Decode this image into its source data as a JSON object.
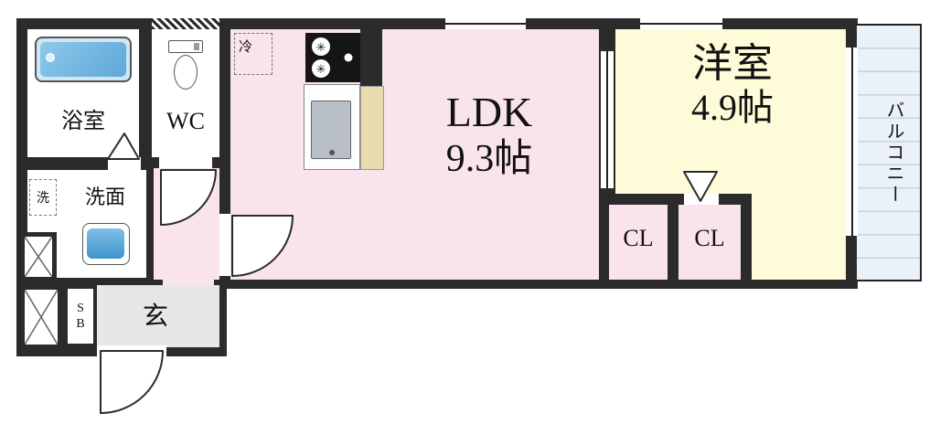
{
  "colors": {
    "wall": "#2b2b2b",
    "room_pink": "#f9e3ec",
    "room_yellow": "#fdfbd8",
    "balcony_blue": "#eaf1f8",
    "tub_blue": "#5ea8d8",
    "counter_beige": "#e8dcae",
    "entry_gray": "#e7e7e5",
    "fixture_gray": "#b9bfc6"
  },
  "rooms": {
    "bathroom": {
      "label": "浴室"
    },
    "toilet": {
      "label": "WC"
    },
    "washroom": {
      "label": "洗面"
    },
    "washer": {
      "label": "洗"
    },
    "refrigerator": {
      "label": "冷"
    },
    "ldk": {
      "name": "LDK",
      "size": "9.3帖"
    },
    "western_room": {
      "name": "洋室",
      "size": "4.9帖"
    },
    "closet_left": {
      "label": "CL"
    },
    "closet_right": {
      "label": "CL"
    },
    "balcony": {
      "label": "バルコニー"
    },
    "entrance": {
      "label": "玄"
    },
    "shoe_box": {
      "line1": "S",
      "line2": "B"
    }
  }
}
